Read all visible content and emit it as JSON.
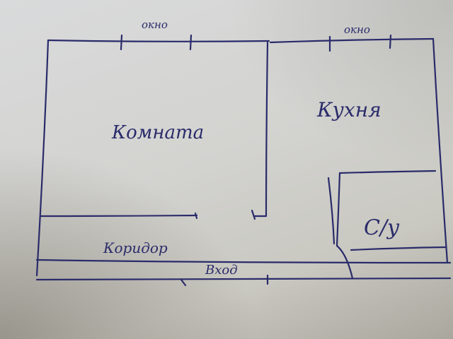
{
  "plan": {
    "window_top_left": "окно",
    "window_top_right": "окно",
    "room": "Комната",
    "kitchen": "Кухня",
    "bathroom": "С/у",
    "corridor": "Коридор",
    "entrance": "Вход"
  },
  "colors": {
    "ink": "#2a2b6a",
    "paper": "#d5d5d2"
  }
}
